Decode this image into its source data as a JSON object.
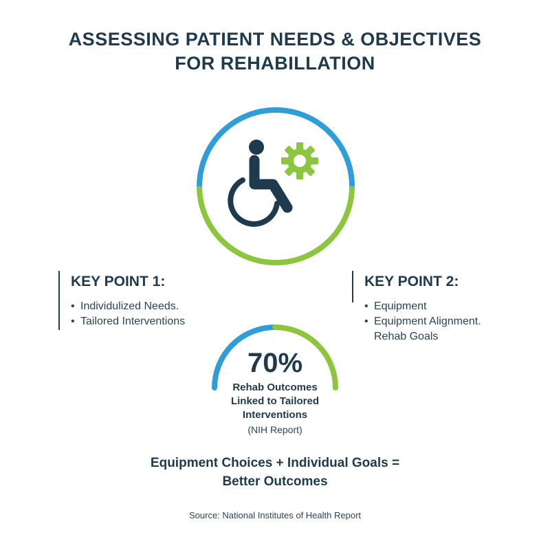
{
  "title": {
    "line1": "ASSESSING PATIENT NEEDS & OBJECTIVES",
    "line2": "FOR REHABILLATION"
  },
  "colors": {
    "navy": "#1d3a4f",
    "blue": "#2f9ed8",
    "green": "#8cc63f"
  },
  "icons": {
    "hero": "wheelchair-icon",
    "gear": "gear-icon"
  },
  "key_point_1": {
    "heading": "KEY POINT 1:",
    "items": [
      "Individulized Needs.",
      "Tailored Interventions"
    ]
  },
  "key_point_2": {
    "heading": "KEY POINT 2:",
    "items": [
      "Equipment",
      "Equipment Alignment.",
      "Rehab Goals"
    ]
  },
  "stat": {
    "value": "70%",
    "desc_line1": "Rehab Outcomes",
    "desc_line2": "Linked to Tailored",
    "desc_line3": "Interventions",
    "source": "(NIH Report)"
  },
  "equation": {
    "line1": "Equipment Choices + Individual Goals =",
    "line2": "Better Outcomes"
  },
  "footer": {
    "source": "Source: National Institutes of Health Report"
  }
}
